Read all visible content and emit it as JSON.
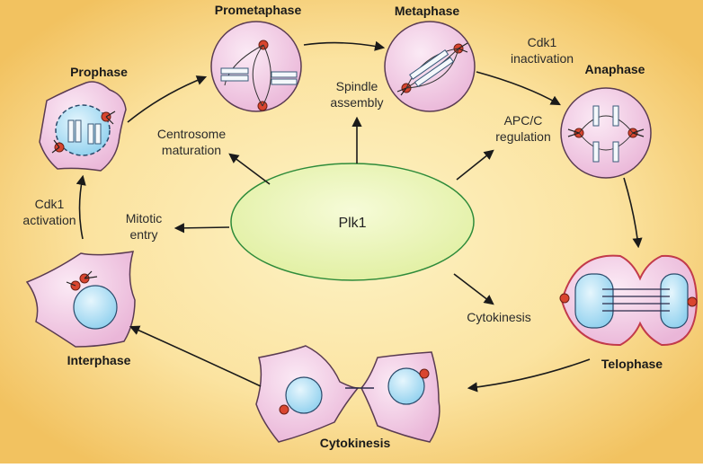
{
  "colors": {
    "background_outer": "#ffffff",
    "background_inner": "#fbe9a8",
    "background_edge": "#f3c766",
    "cell_fill": "#f4cfe6",
    "cell_stroke": "#5a3b52",
    "nucleus_fill": "#bfe6f7",
    "centrosome": "#d9452f",
    "plk1_fill": "#eaf5b5",
    "plk1_stroke": "#2e8b3a",
    "arrow": "#1a1a1a",
    "telophase_stroke": "#c23a4a"
  },
  "center": {
    "label": "Plk1"
  },
  "stages": {
    "prophase": "Prophase",
    "prometaphase": "Prometaphase",
    "metaphase": "Metaphase",
    "anaphase": "Anaphase",
    "telophase": "Telophase",
    "cytokinesis": "Cytokinesis",
    "interphase": "Interphase"
  },
  "transitions": {
    "cdk1_activation": [
      "Cdk1",
      "activation"
    ],
    "cdk1_inactivation": [
      "Cdk1",
      "inactivation"
    ]
  },
  "functions": {
    "centrosome_maturation": [
      "Centrosome",
      "maturation"
    ],
    "spindle_assembly": [
      "Spindle",
      "assembly"
    ],
    "apc_regulation": [
      "APC/C",
      "regulation"
    ],
    "mitotic_entry": [
      "Mitotic",
      "entry"
    ],
    "cytokinesis": [
      "Cytokinesis"
    ]
  }
}
